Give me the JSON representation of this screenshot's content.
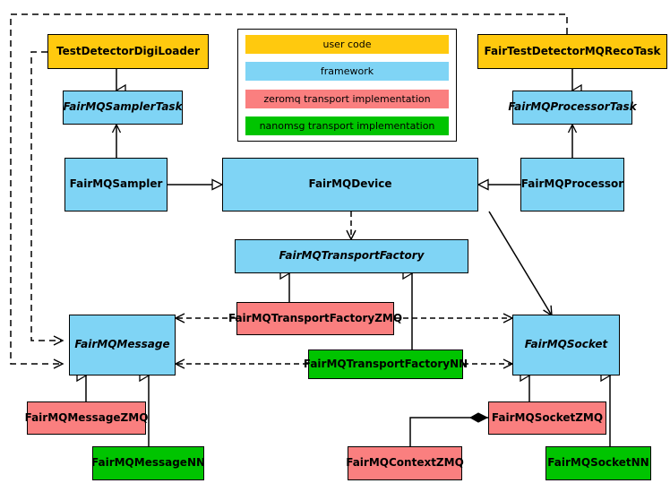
{
  "diagram": {
    "title": "FairMQ class diagram",
    "colors": {
      "user_code": "#FFC90E",
      "framework": "#7FD4F5",
      "zeromq": "#FA7F7F",
      "nanomsg": "#00C400",
      "line": "#000000",
      "background": "#FFFFFF"
    }
  },
  "legend": {
    "items": [
      {
        "label": "user code",
        "color": "#FFC90E"
      },
      {
        "label": "framework",
        "color": "#7FD4F5"
      },
      {
        "label": "zeromq transport implementation",
        "color": "#FA7F7F"
      },
      {
        "label": "nanomsg transport implementation",
        "color": "#00C400"
      }
    ]
  },
  "nodes": {
    "test_detector_digi_loader": {
      "label": "TestDetectorDigiLoader",
      "category": "user code"
    },
    "fairmq_sampler_task": {
      "label": "FairMQSamplerTask",
      "category": "framework"
    },
    "fairmq_sampler": {
      "label": "FairMQSampler",
      "category": "framework"
    },
    "fairmq_device": {
      "label": "FairMQDevice",
      "category": "framework"
    },
    "fairmq_processor": {
      "label": "FairMQProcessor",
      "category": "framework"
    },
    "fairmq_processor_task": {
      "label": "FairMQProcessorTask",
      "category": "framework"
    },
    "fair_test_detector_mq_reco_task": {
      "label": "FairTestDetectorMQRecoTask",
      "category": "user code"
    },
    "fairmq_transport_factory": {
      "label": "FairMQTransportFactory",
      "category": "framework"
    },
    "fairmq_transport_factory_zmq": {
      "label": "FairMQTransportFactoryZMQ",
      "category": "zeromq"
    },
    "fairmq_transport_factory_nn": {
      "label": "FairMQTransportFactoryNN",
      "category": "nanomsg"
    },
    "fairmq_message": {
      "label": "FairMQMessage",
      "category": "framework"
    },
    "fairmq_message_zmq": {
      "label": "FairMQMessageZMQ",
      "category": "zeromq"
    },
    "fairmq_message_nn": {
      "label": "FairMQMessageNN",
      "category": "nanomsg"
    },
    "fairmq_socket": {
      "label": "FairMQSocket",
      "category": "framework"
    },
    "fairmq_socket_zmq": {
      "label": "FairMQSocketZMQ",
      "category": "zeromq"
    },
    "fairmq_socket_nn": {
      "label": "FairMQSocketNN",
      "category": "nanomsg"
    },
    "fairmq_context_zmq": {
      "label": "FairMQContextZMQ",
      "category": "zeromq"
    }
  },
  "edges": [
    {
      "from": "test_detector_digi_loader",
      "to": "fairmq_sampler_task",
      "type": "generalization"
    },
    {
      "from": "fairmq_sampler_task",
      "to": "fairmq_sampler",
      "type": "association"
    },
    {
      "from": "fairmq_sampler",
      "to": "fairmq_device",
      "type": "generalization"
    },
    {
      "from": "fairmq_processor",
      "to": "fairmq_device",
      "type": "generalization"
    },
    {
      "from": "fair_test_detector_mq_reco_task",
      "to": "fairmq_processor_task",
      "type": "generalization"
    },
    {
      "from": "fairmq_processor_task",
      "to": "fairmq_processor",
      "type": "association"
    },
    {
      "from": "fairmq_device",
      "to": "fairmq_transport_factory",
      "type": "dependency"
    },
    {
      "from": "fairmq_device",
      "to": "fairmq_socket",
      "type": "association"
    },
    {
      "from": "fairmq_transport_factory_zmq",
      "to": "fairmq_transport_factory",
      "type": "generalization"
    },
    {
      "from": "fairmq_transport_factory_nn",
      "to": "fairmq_transport_factory",
      "type": "generalization"
    },
    {
      "from": "fairmq_transport_factory_zmq",
      "to": "fairmq_message",
      "type": "dependency"
    },
    {
      "from": "fairmq_transport_factory_zmq",
      "to": "fairmq_socket",
      "type": "dependency"
    },
    {
      "from": "fairmq_transport_factory_nn",
      "to": "fairmq_message",
      "type": "dependency"
    },
    {
      "from": "fairmq_transport_factory_nn",
      "to": "fairmq_socket",
      "type": "dependency"
    },
    {
      "from": "fairmq_message_zmq",
      "to": "fairmq_message",
      "type": "generalization"
    },
    {
      "from": "fairmq_message_nn",
      "to": "fairmq_message",
      "type": "generalization"
    },
    {
      "from": "fairmq_socket_zmq",
      "to": "fairmq_socket",
      "type": "generalization"
    },
    {
      "from": "fairmq_socket_nn",
      "to": "fairmq_socket",
      "type": "generalization"
    },
    {
      "from": "fairmq_context_zmq",
      "to": "fairmq_socket_zmq",
      "type": "composition"
    },
    {
      "from": "test_detector_digi_loader",
      "to": "fairmq_message",
      "type": "dependency"
    },
    {
      "from": "fair_test_detector_mq_reco_task",
      "to": "fairmq_message",
      "type": "dependency"
    }
  ]
}
